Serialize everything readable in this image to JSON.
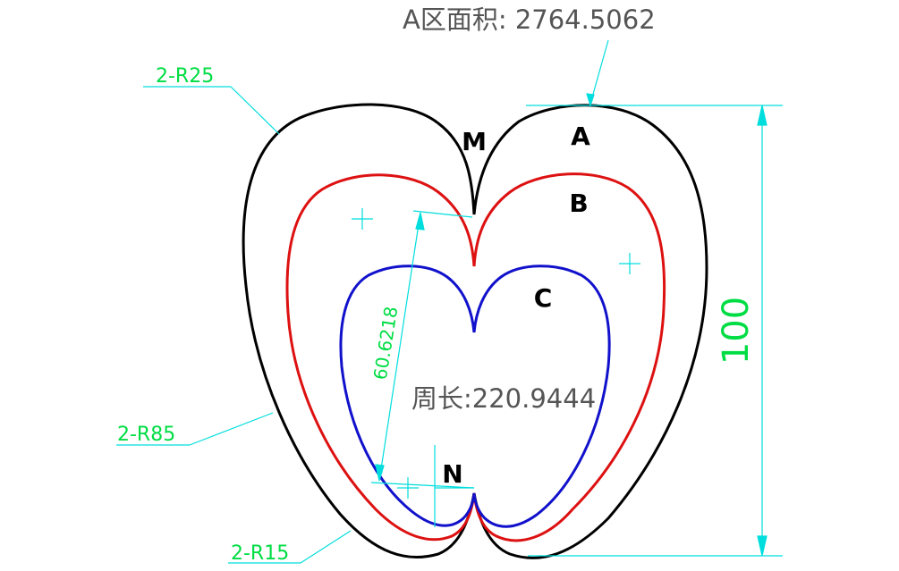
{
  "annotations": {
    "area_label": "A区面积:  2764.5062",
    "perimeter_label": "周长:220.9444",
    "radius_top": "2-R25",
    "radius_middle": "2-R85",
    "radius_bottom": "2-R15",
    "height_dim": "100",
    "diagonal_dim": "60.6218"
  },
  "region_labels": {
    "a": "A",
    "b": "B",
    "c": "C",
    "m": "M",
    "n": "N"
  },
  "colors": {
    "outer_outline": "#000000",
    "middle_outline": "#dd1111",
    "inner_outline": "#1111cc",
    "dimension_lines": "#00dddd",
    "dimension_text": "#00dd44",
    "note_text": "#555555"
  }
}
